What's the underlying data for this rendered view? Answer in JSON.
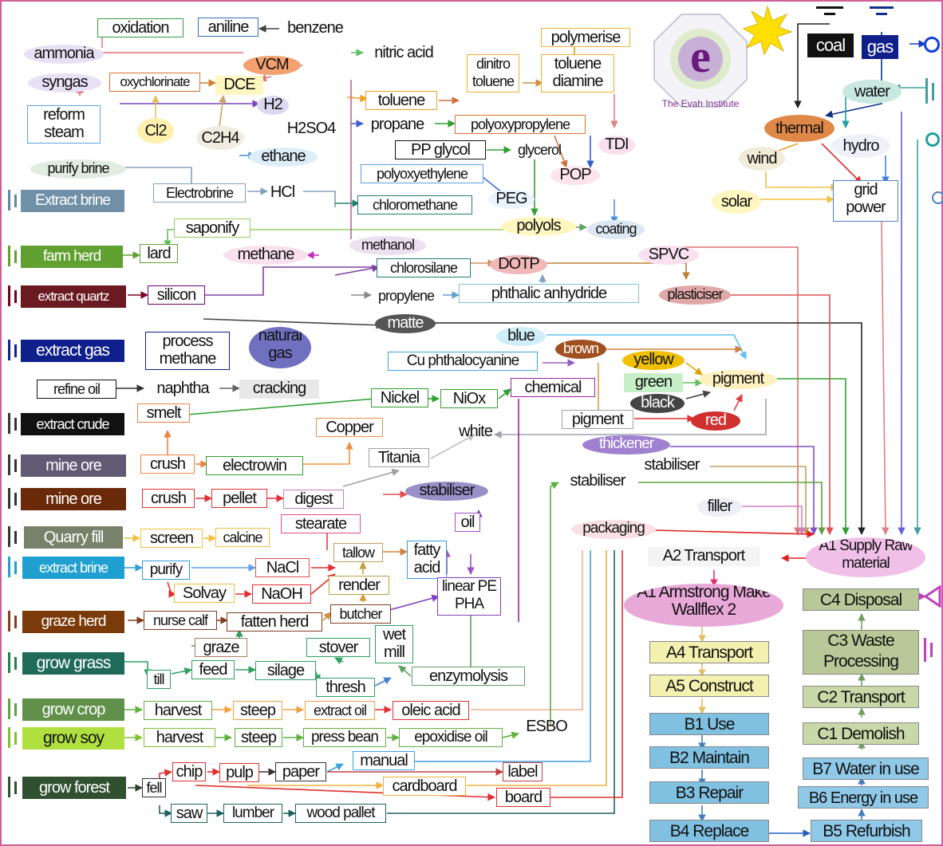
{
  "logo": {
    "caption": "The Evah Institute",
    "mark": "e",
    "accent": "#7a2a8a"
  },
  "nodes": {
    "oxidation": "oxidation",
    "aniline": "aniline",
    "benzene": "benzene",
    "ammonia": "ammonia",
    "vcm": "VCM",
    "nitric_acid": "nitric acid",
    "polymerise": "polymerise",
    "dinitro_toluene": "dinitro toluene",
    "toluene_diamine": "toluene diamine",
    "syngas": "syngas",
    "oxychlorinate": "oxychlorinate",
    "dce": "DCE",
    "h2": "H2",
    "toluene": "toluene",
    "reform_steam": "reform steam",
    "cl2": "Cl2",
    "c2h4": "C2H4",
    "h2so4": "H2SO4",
    "propane": "propane",
    "polyoxypropylene": "polyoxypropylene",
    "tdi": "TDI",
    "pp_glycol": "PP glycol",
    "glycerol": "glycerol",
    "purify_brine": "purify brine",
    "ethane": "ethane",
    "polyoxyethylene": "polyoxyethylene",
    "pop": "POP",
    "extract_brine_1": "Extract brine",
    "electrobrine": "Electrobrine",
    "hcl": "HCl",
    "chloromethane": "chloromethane",
    "peg": "PEG",
    "saponify": "saponify",
    "polyols": "polyols",
    "coating": "coating",
    "farm_herd": "farm herd",
    "lard": "lard",
    "methane": "methane",
    "methanol": "methanol",
    "spvc": "SPVC",
    "chlorosilane": "chlorosilane",
    "dotp": "DOTP",
    "extract_quartz": "extract quartz",
    "silicon": "silicon",
    "propylene": "propylene",
    "phthalic_anhydride": "phthalic anhydride",
    "plasticiser": "plasticiser",
    "matte": "matte",
    "blue": "blue",
    "extract_gas": "extract gas",
    "process_methane": "process methane",
    "natural_gas": "natural gas",
    "brown": "brown",
    "yellow": "yellow",
    "cu_phthalocyanine": "Cu phthalocyanine",
    "green": "green",
    "pigment_1": "pigment",
    "refine_oil": "refine oil",
    "naphtha": "naphtha",
    "cracking": "cracking",
    "chemical": "chemical",
    "nickel": "Nickel",
    "niox": "NiOx",
    "black": "black",
    "extract_crude": "extract crude",
    "smelt": "smelt",
    "pigment_2": "pigment",
    "red": "red",
    "copper": "Copper",
    "white": "white",
    "thickener": "thickener",
    "mine_ore_1": "mine ore",
    "crush_1": "crush",
    "electrowin": "electrowin",
    "titania": "Titania",
    "stabiliser_1": "stabiliser",
    "stabiliser_2": "stabiliser",
    "mine_ore_2": "mine ore",
    "crush_2": "crush",
    "pellet": "pellet",
    "digest": "digest",
    "stabiliser_3": "stabiliser",
    "filler": "filler",
    "stearate": "stearate",
    "oil": "oil",
    "packaging": "packaging",
    "quarry_fill": "Quarry fill",
    "screen": "screen",
    "calcine": "calcine",
    "tallow": "tallow",
    "fatty_acid": "fatty acid",
    "a2_transport": "A2 Transport",
    "a1_supply": "A1 Supply Raw material",
    "extract_brine_2": "extract brine",
    "purify": "purify",
    "nacl": "NaCl",
    "render": "render",
    "linear_pe_pha": "linear PE PHA",
    "solvay": "Solvay",
    "naoh": "NaOH",
    "a1_make": "A1 Armstrong Make Wallflex 2",
    "c4_disposal": "C4 Disposal",
    "graze_herd": "graze herd",
    "nurse_calf": "nurse calf",
    "fatten_herd": "fatten herd",
    "butcher": "butcher",
    "wet_mill": "wet mill",
    "graze": "graze",
    "c3_waste": "C3 Waste Processing",
    "a4_transport": "A4 Transport",
    "grow_grass": "grow grass",
    "feed": "feed",
    "silage": "silage",
    "stover": "stover",
    "till": "till",
    "thresh": "thresh",
    "enzymolysis": "enzymolysis",
    "a5_construct": "A5 Construct",
    "c2_transport": "C2 Transport",
    "grow_crop": "grow crop",
    "harvest_1": "harvest",
    "steep_1": "steep",
    "extract_oil": "extract oil",
    "oleic_acid": "oleic acid",
    "b1_use": "B1 Use",
    "c1_demolish": "C1 Demolish",
    "grow_soy": "grow soy",
    "harvest_2": "harvest",
    "steep_2": "steep",
    "press_bean": "press bean",
    "epoxidise_oil": "epoxidise oil",
    "esbo": "ESBO",
    "b2_maintain": "B2 Maintain",
    "b7_water": "B7 Water in use",
    "manual": "manual",
    "chip": "chip",
    "pulp": "pulp",
    "paper": "paper",
    "label": "label",
    "b3_repair": "B3 Repair",
    "b6_energy": "B6 Energy in use",
    "cardboard": "cardboard",
    "grow_forest": "grow forest",
    "fell": "fell",
    "board": "board",
    "saw": "saw",
    "lumber": "lumber",
    "wood_pallet": "wood pallet",
    "b4_replace": "B4 Replace",
    "b5_refurbish": "B5 Refurbish",
    "coal": "coal",
    "gas": "gas",
    "water": "water",
    "thermal": "thermal",
    "hydro": "hydro",
    "wind": "wind",
    "grid_power": "grid power",
    "solar": "solar"
  },
  "colors": {
    "gas_source": "#0a1a80",
    "sun": "#ffe000",
    "frame": "#d0609a"
  }
}
